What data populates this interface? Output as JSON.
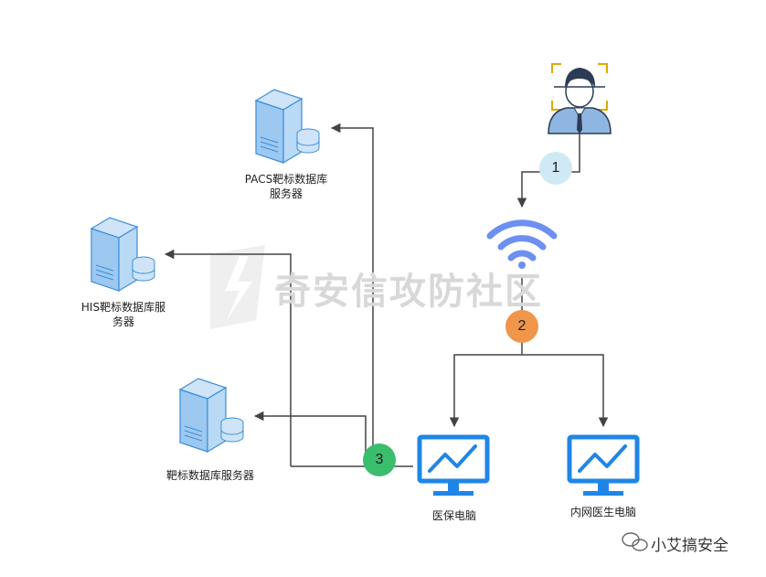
{
  "watermark": "奇安信攻防社区",
  "footer": "小艾搞安全",
  "nodes": {
    "pacs": {
      "line1": "PACS靶标数据库",
      "line2": "服务器"
    },
    "his": {
      "line1": "HIS靶标数据库服",
      "line2": "务器"
    },
    "target": {
      "line1": "靶标数据库服务器"
    },
    "medical_pc": {
      "label": "医保电脑"
    },
    "intranet_pc": {
      "label": "内网医生电脑"
    }
  },
  "badges": {
    "b1": "1",
    "b2": "2",
    "b3": "3"
  },
  "colors": {
    "badge1": "#cfe9f5",
    "badge2": "#f0964a",
    "badge3": "#3bbd6e",
    "wifi": "#6d8ff0",
    "monitor": "#1f86e6",
    "server": "#9dc8f0",
    "line": "#444444"
  }
}
